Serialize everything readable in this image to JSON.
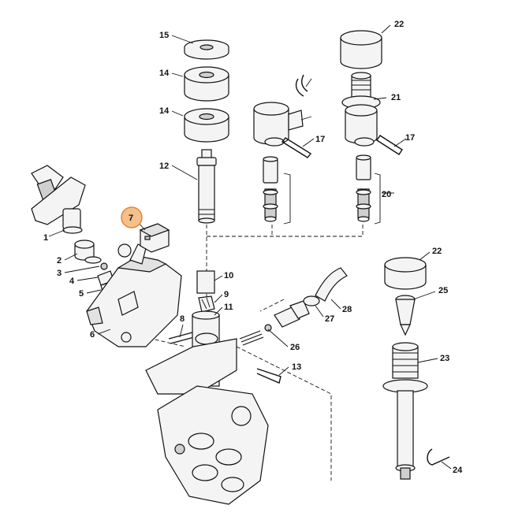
{
  "labels": {
    "p1": "1",
    "p2": "2",
    "p3": "3",
    "p4": "4",
    "p5": "5",
    "p6": "6",
    "p7": "7",
    "p8": "8",
    "p9": "9",
    "p10": "10",
    "p11": "11",
    "p12": "12",
    "p13": "13",
    "p14a": "14",
    "p14b": "14",
    "p15": "15",
    "p16": "",
    "p17a": "17",
    "p17b": "17",
    "p20": "20",
    "p21": "21",
    "p22a": "22",
    "p22b": "22",
    "p23": "23",
    "p24": "24",
    "p25": "25",
    "p26": "26",
    "p27": "27",
    "p28": "28"
  },
  "highlight": {
    "part": "7",
    "color": "#f6c08a",
    "stroke": "#e2873a"
  }
}
